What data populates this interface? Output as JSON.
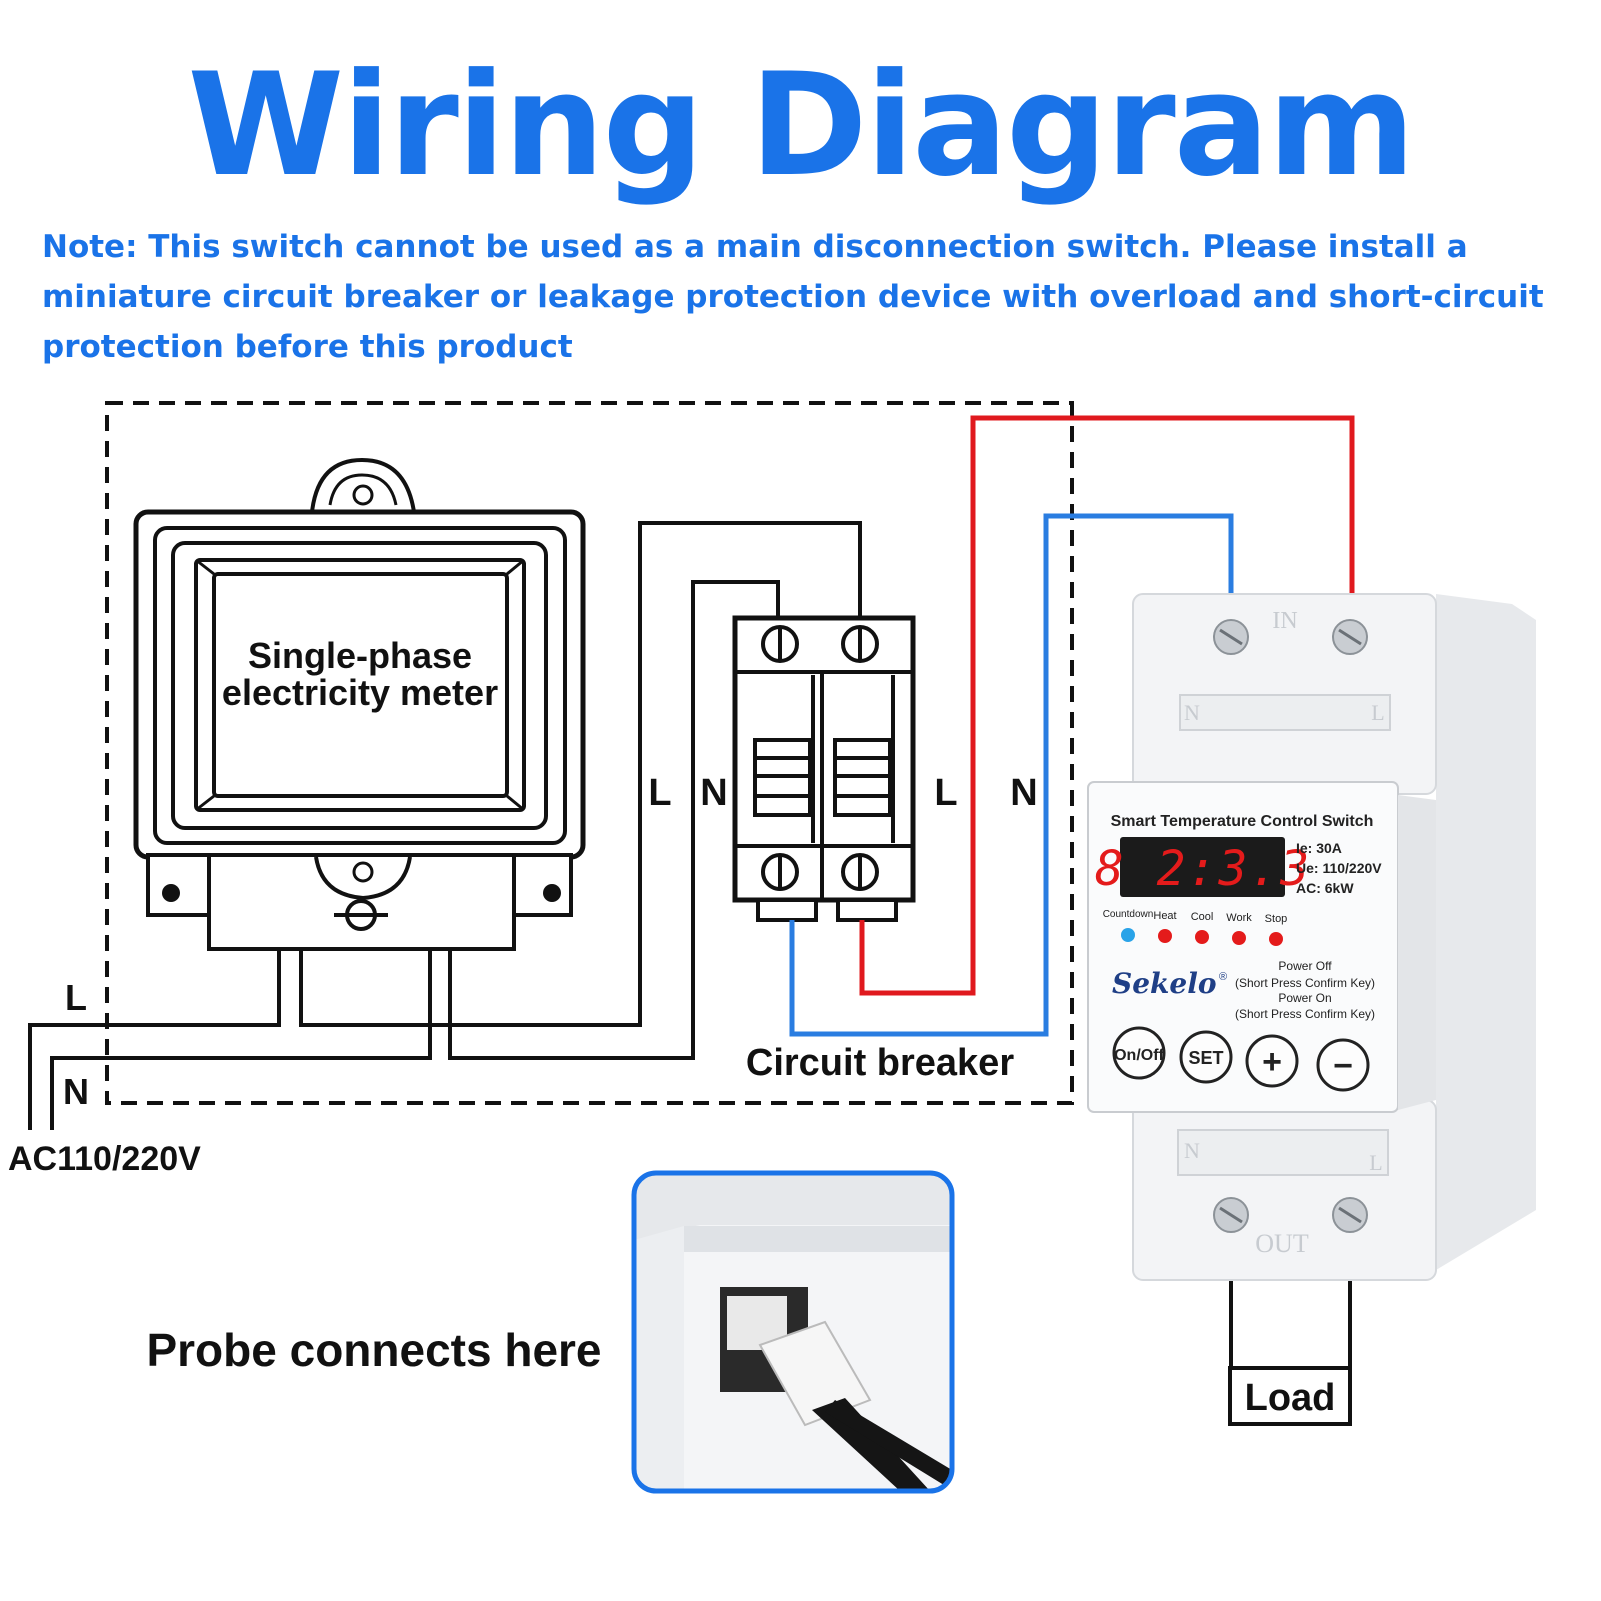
{
  "header": {
    "title": "Wiring Diagram",
    "note": "Note: This switch cannot be used as a main disconnection switch. Please install a miniature circuit breaker or leakage protection device with overload and short-circuit protection before this product"
  },
  "meter": {
    "label_line1": "Single-phase",
    "label_line2": "electricity meter"
  },
  "supply": {
    "l_label": "L",
    "n_label": "N",
    "voltage_label": "AC110/220V"
  },
  "breaker": {
    "label": "Circuit breaker",
    "in_l_label": "L",
    "in_n_label": "N",
    "out_l_label": "L",
    "out_n_label": "N"
  },
  "device": {
    "in_label": "IN",
    "top_n": "N",
    "top_l": "L",
    "title": "Smart Temperature Control Switch",
    "display": "8 2:3.3",
    "spec_ie": "Ie:  30A",
    "spec_ue": "Ue:  110/220V",
    "spec_ac": "AC:  6kW",
    "indicators": [
      "Countdown",
      "Heat",
      "Cool",
      "Work",
      "Stop"
    ],
    "brand": "Sekelo",
    "brand_mark": "®",
    "power_off": "Power Off",
    "power_off_hint": "(Short Press Confirm Key)",
    "power_on": "Power On",
    "power_on_hint": "(Short Press Confirm Key)",
    "buttons": [
      "On/Off",
      "SET",
      "+",
      "−"
    ],
    "bottom_n": "N",
    "bottom_l": "L",
    "out_label": "OUT"
  },
  "load": {
    "label": "Load"
  },
  "probe": {
    "label": "Probe connects here"
  },
  "colors": {
    "title_blue": "#1a73e8",
    "wire_red": "#e0191e",
    "wire_blue": "#2a7de1",
    "wire_black": "#111111",
    "led_red": "#e41b1b",
    "led_blue": "#29a3e8"
  }
}
